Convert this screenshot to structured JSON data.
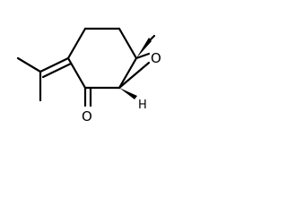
{
  "molecule": {
    "atoms": {
      "oxygen_epoxide": "O",
      "oxygen_carbonyl": "O",
      "hydrogen_stereo": "H"
    },
    "colors": {
      "bond": "#000000",
      "label": "#000000",
      "background": "#ffffff"
    }
  }
}
